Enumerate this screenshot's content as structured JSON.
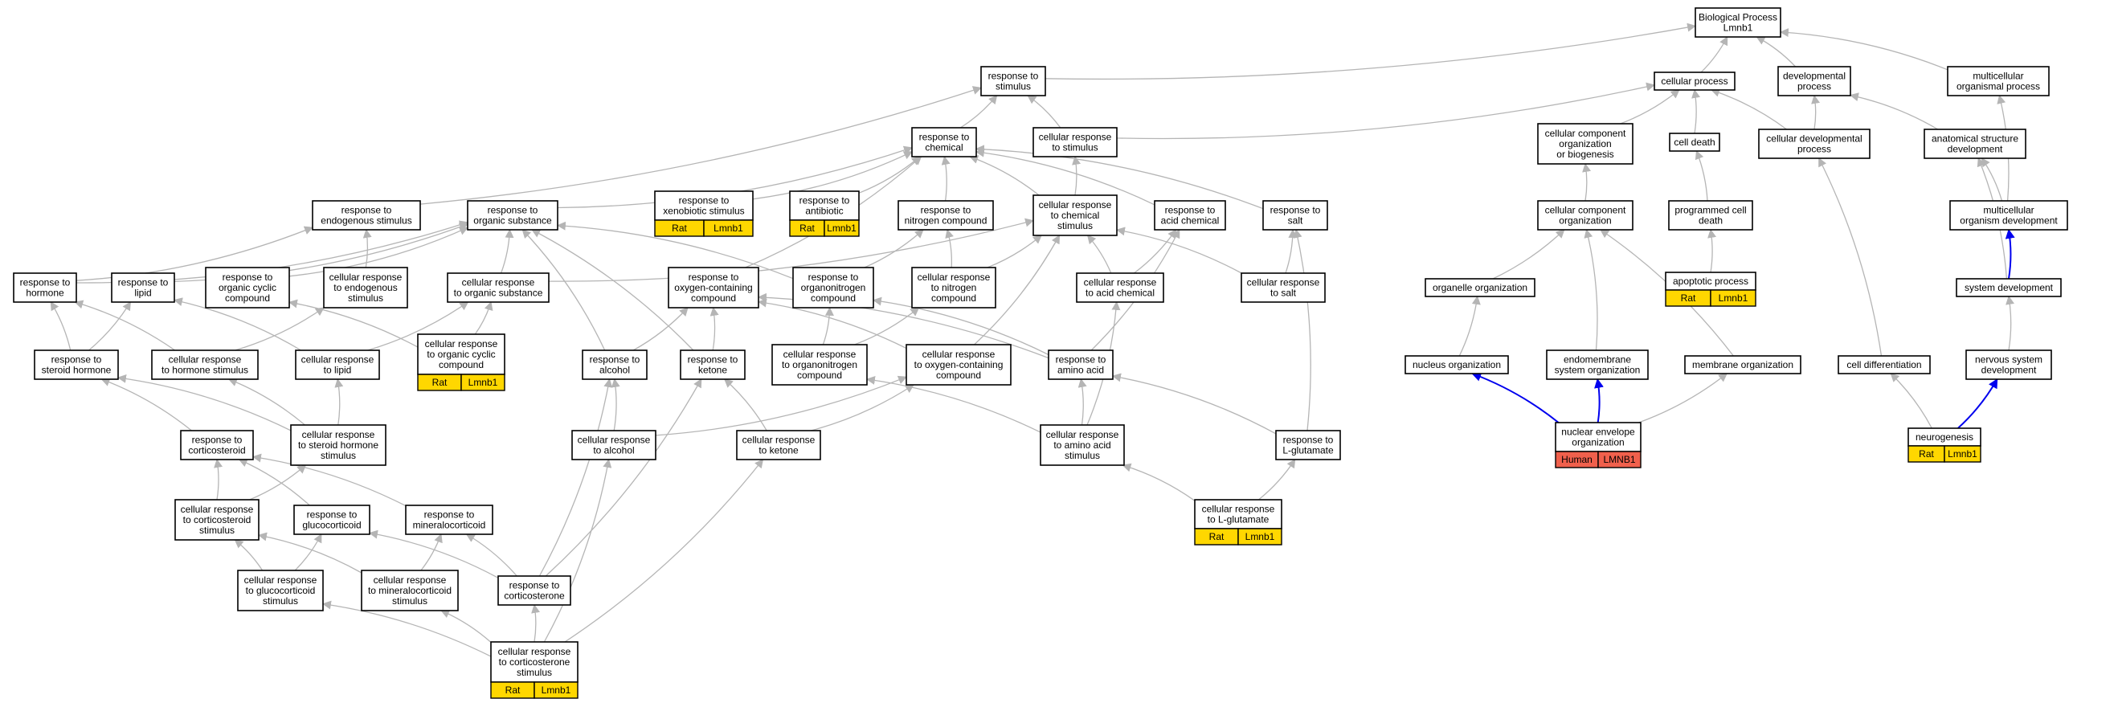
{
  "colors": {
    "rat": "#ffd700",
    "human": "#f0604c",
    "edge": "#b5b5b5",
    "edge_strong": "#0000ee",
    "node_border": "#000000"
  },
  "nodes": {
    "biological_process": [
      "Biological Process",
      "Lmnb1"
    ],
    "response_to_stimulus": [
      "response to",
      "stimulus"
    ],
    "cellular_process": [
      "cellular process"
    ],
    "developmental_process": [
      "developmental",
      "process"
    ],
    "multicellular_organismal_process": [
      "multicellular",
      "organismal process"
    ],
    "response_to_chemical": [
      "response to",
      "chemical"
    ],
    "cellular_response_to_stimulus": [
      "cellular response",
      "to stimulus"
    ],
    "cellular_component_organization_or_biogenesis": [
      "cellular component",
      "organization",
      "or biogenesis"
    ],
    "cell_death": [
      "cell death"
    ],
    "cellular_developmental_process": [
      "cellular developmental",
      "process"
    ],
    "anatomical_structure_development": [
      "anatomical structure",
      "development"
    ],
    "response_to_xenobiotic_stimulus": [
      "response to",
      "xenobiotic stimulus"
    ],
    "response_to_antibiotic": [
      "response to",
      "antibiotic"
    ],
    "response_to_nitrogen_compound": [
      "response to",
      "nitrogen compound"
    ],
    "cellular_response_to_chemical_stimulus": [
      "cellular response",
      "to chemical",
      "stimulus"
    ],
    "response_to_acid_chemical": [
      "response to",
      "acid chemical"
    ],
    "response_to_salt": [
      "response to",
      "salt"
    ],
    "response_to_endogenous_stimulus": [
      "response to",
      "endogenous stimulus"
    ],
    "response_to_organic_substance": [
      "response to",
      "organic substance"
    ],
    "cellular_component_organization": [
      "cellular component",
      "organization"
    ],
    "programmed_cell_death": [
      "programmed cell",
      "death"
    ],
    "multicellular_organism_development": [
      "multicellular",
      "organism development"
    ],
    "response_to_hormone": [
      "response to",
      "hormone"
    ],
    "response_to_lipid": [
      "response to",
      "lipid"
    ],
    "response_to_organic_cyclic_compound": [
      "response to",
      "organic cyclic",
      "compound"
    ],
    "cellular_response_to_endogenous_stimulus": [
      "cellular response",
      "to endogenous",
      "stimulus"
    ],
    "cellular_response_to_organic_substance": [
      "cellular response",
      "to organic substance"
    ],
    "response_to_oxygen_containing_compound": [
      "response to",
      "oxygen-containing",
      "compound"
    ],
    "response_to_organonitrogen_compound": [
      "response to",
      "organonitrogen",
      "compound"
    ],
    "cellular_response_to_nitrogen_compound": [
      "cellular response",
      "to nitrogen",
      "compound"
    ],
    "cellular_response_to_acid_chemical": [
      "cellular response",
      "to acid chemical"
    ],
    "cellular_response_to_salt": [
      "cellular response",
      "to salt"
    ],
    "organelle_organization": [
      "organelle organization"
    ],
    "apoptotic_process": [
      "apoptotic process"
    ],
    "system_development": [
      "system development"
    ],
    "response_to_steroid_hormone": [
      "response to",
      "steroid hormone"
    ],
    "cellular_response_to_hormone_stimulus": [
      "cellular response",
      "to hormone stimulus"
    ],
    "cellular_response_to_lipid": [
      "cellular response",
      "to lipid"
    ],
    "cellular_response_to_organic_cyclic_compound": [
      "cellular response",
      "to organic cyclic",
      "compound"
    ],
    "response_to_alcohol": [
      "response to",
      "alcohol"
    ],
    "response_to_ketone": [
      "response to",
      "ketone"
    ],
    "cellular_response_to_organonitrogen_compound": [
      "cellular response",
      "to organonitrogen",
      "compound"
    ],
    "cellular_response_to_oxygen_containing_compound": [
      "cellular response",
      "to oxygen-containing",
      "compound"
    ],
    "response_to_amino_acid": [
      "response to",
      "amino acid"
    ],
    "nucleus_organization": [
      "nucleus organization"
    ],
    "endomembrane_system_organization": [
      "endomembrane",
      "system organization"
    ],
    "membrane_organization": [
      "membrane organization"
    ],
    "cell_differentiation": [
      "cell differentiation"
    ],
    "nervous_system_development": [
      "nervous system",
      "development"
    ],
    "response_to_corticosteroid": [
      "response to",
      "corticosteroid"
    ],
    "cellular_response_to_steroid_hormone_stimulus": [
      "cellular response",
      "to steroid hormone",
      "stimulus"
    ],
    "cellular_response_to_alcohol": [
      "cellular response",
      "to alcohol"
    ],
    "cellular_response_to_ketone": [
      "cellular response",
      "to ketone"
    ],
    "cellular_response_to_amino_acid_stimulus": [
      "cellular response",
      "to amino acid",
      "stimulus"
    ],
    "response_to_l_glutamate": [
      "response to",
      "L-glutamate"
    ],
    "nuclear_envelope_organization": [
      "nuclear envelope",
      "organization"
    ],
    "neurogenesis": [
      "neurogenesis"
    ],
    "cellular_response_to_corticosteroid_stimulus": [
      "cellular response",
      "to corticosteroid",
      "stimulus"
    ],
    "response_to_glucocorticoid": [
      "response to",
      "glucocorticoid"
    ],
    "response_to_mineralocorticoid": [
      "response to",
      "mineralocorticoid"
    ],
    "cellular_response_to_l_glutamate": [
      "cellular response",
      "to L-glutamate"
    ],
    "cellular_response_to_glucocorticoid_stimulus": [
      "cellular response",
      "to glucocorticoid",
      "stimulus"
    ],
    "cellular_response_to_mineralocorticoid_stimulus": [
      "cellular response",
      "to mineralocorticoid",
      "stimulus"
    ],
    "response_to_corticosterone": [
      "response to",
      "corticosterone"
    ],
    "cellular_response_to_corticosterone_stimulus": [
      "cellular response",
      "to corticosterone",
      "stimulus"
    ]
  },
  "annotations": {
    "response_to_xenobiotic_stimulus": {
      "species": "Rat",
      "gene": "Lmnb1",
      "color": "#ffd700"
    },
    "response_to_antibiotic": {
      "species": "Rat",
      "gene": "Lmnb1",
      "color": "#ffd700"
    },
    "apoptotic_process": {
      "species": "Rat",
      "gene": "Lmnb1",
      "color": "#ffd700"
    },
    "cellular_response_to_organic_cyclic_compound": {
      "species": "Rat",
      "gene": "Lmnb1",
      "color": "#ffd700"
    },
    "nuclear_envelope_organization": {
      "species": "Human",
      "gene": "LMNB1",
      "color": "#f0604c"
    },
    "neurogenesis": {
      "species": "Rat",
      "gene": "Lmnb1",
      "color": "#ffd700"
    },
    "cellular_response_to_l_glutamate": {
      "species": "Rat",
      "gene": "Lmnb1",
      "color": "#ffd700"
    },
    "cellular_response_to_corticosterone_stimulus": {
      "species": "Rat",
      "gene": "Lmnb1",
      "color": "#ffd700"
    }
  }
}
